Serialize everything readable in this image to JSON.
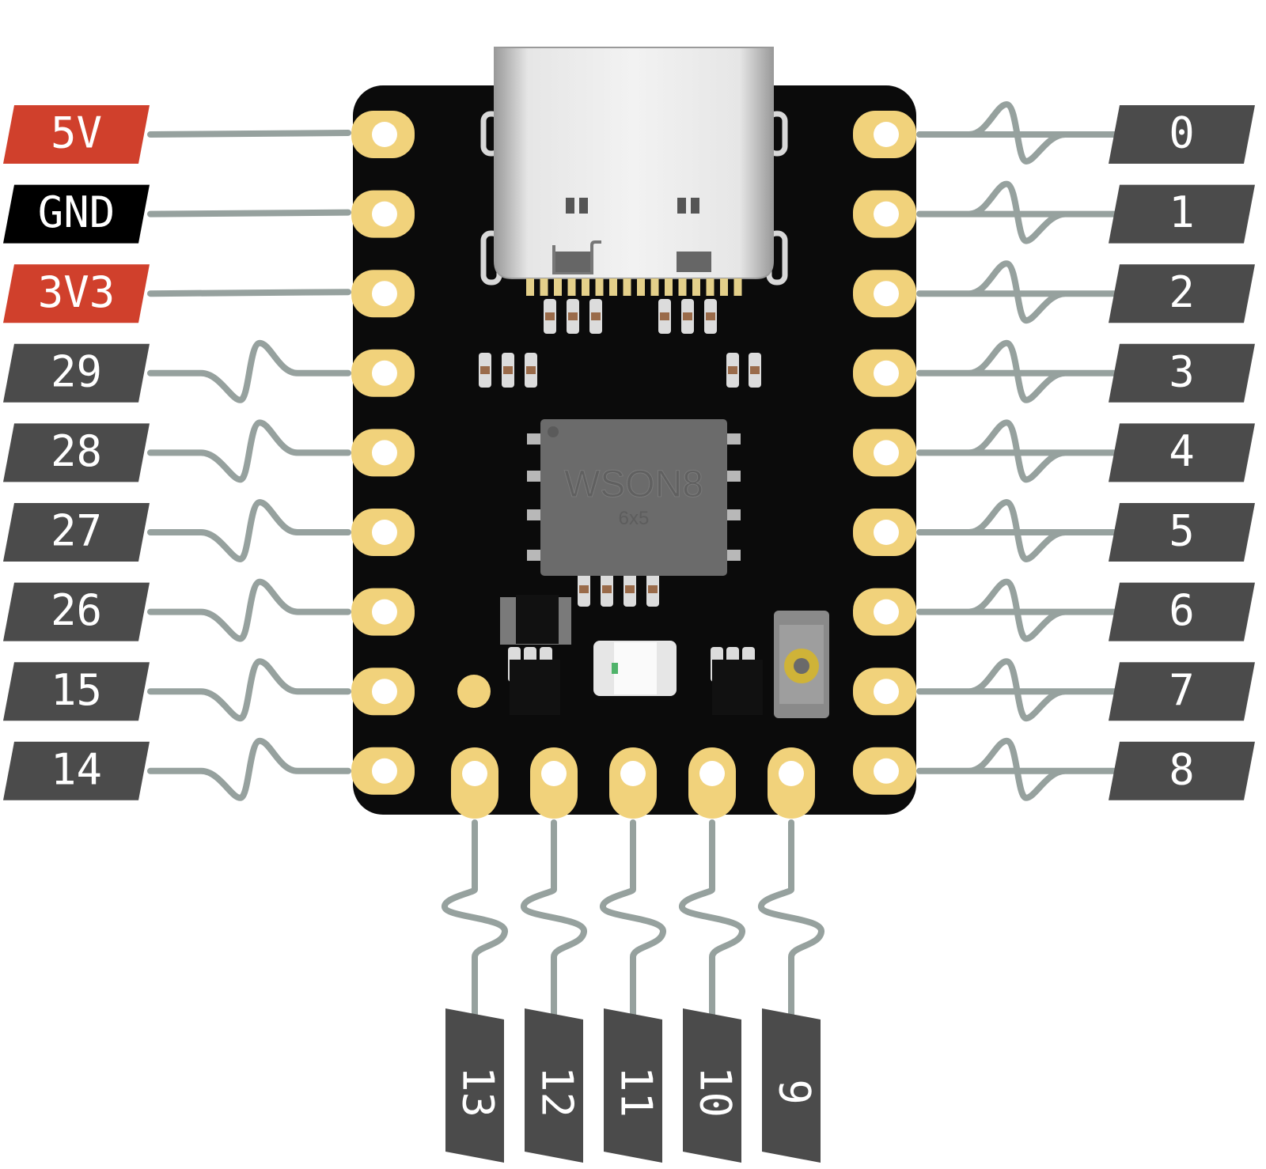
{
  "board": {
    "flash_chip_label": "WSON8",
    "flash_chip_size": "6x5"
  },
  "colors": {
    "power_label": "#d0402c",
    "ground_label": "#000000",
    "gpio_label": "#4b4b4b",
    "label_text": "#ffffff",
    "wire": "#96a19e",
    "pcb": "#0b0b0b",
    "pad_gold": "#f1d27b",
    "chip_body": "#6b6b6b",
    "usb_metal": "#d9d9d9"
  },
  "left_pins": [
    {
      "label": "5V",
      "kind": "power"
    },
    {
      "label": "GND",
      "kind": "ground"
    },
    {
      "label": "3V3",
      "kind": "power"
    },
    {
      "label": "29",
      "kind": "gpio"
    },
    {
      "label": "28",
      "kind": "gpio"
    },
    {
      "label": "27",
      "kind": "gpio"
    },
    {
      "label": "26",
      "kind": "gpio"
    },
    {
      "label": "15",
      "kind": "gpio"
    },
    {
      "label": "14",
      "kind": "gpio"
    }
  ],
  "right_pins": [
    {
      "label": "0",
      "kind": "gpio"
    },
    {
      "label": "1",
      "kind": "gpio"
    },
    {
      "label": "2",
      "kind": "gpio"
    },
    {
      "label": "3",
      "kind": "gpio"
    },
    {
      "label": "4",
      "kind": "gpio"
    },
    {
      "label": "5",
      "kind": "gpio"
    },
    {
      "label": "6",
      "kind": "gpio"
    },
    {
      "label": "7",
      "kind": "gpio"
    },
    {
      "label": "8",
      "kind": "gpio"
    }
  ],
  "bottom_pins": [
    {
      "label": "13",
      "kind": "gpio"
    },
    {
      "label": "12",
      "kind": "gpio"
    },
    {
      "label": "11",
      "kind": "gpio"
    },
    {
      "label": "10",
      "kind": "gpio"
    },
    {
      "label": "9",
      "kind": "gpio"
    }
  ]
}
